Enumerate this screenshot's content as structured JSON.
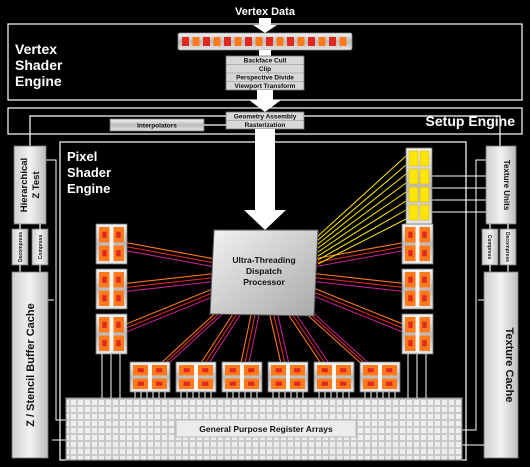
{
  "title_top": "Vertex Data",
  "vertex_engine": {
    "line1": "Vertex",
    "line2": "Shader",
    "line3": "Engine"
  },
  "setup_engine": "Setup Engine",
  "pixel_engine": {
    "line1": "Pixel",
    "line2": "Shader",
    "line3": "Engine"
  },
  "vertex_stages": [
    "Backface Cull",
    "Clip",
    "Perspective Divide",
    "Viewport Transform"
  ],
  "setup_stages": [
    "Geometry Assembly",
    "Rasterization"
  ],
  "interpolators": "Interpolators",
  "dispatch": {
    "line1": "Ultra-Threading",
    "line2": "Dispatch",
    "line3": "Processor"
  },
  "hz_test": {
    "line1": "Hierarchical",
    "line2": "Z Test"
  },
  "decompress": "Decompress",
  "compress": "Compress",
  "z_cache": "Z / Stencil Buffer Cache",
  "texture_units": "Texture Units",
  "texture_cache": "Texture Cache",
  "gpr": "General Purpose Register Arrays",
  "colors": {
    "orange": "#ff7a1a",
    "red": "#e0281e",
    "magenta": "#c0208c",
    "yellow": "#ffe600"
  }
}
